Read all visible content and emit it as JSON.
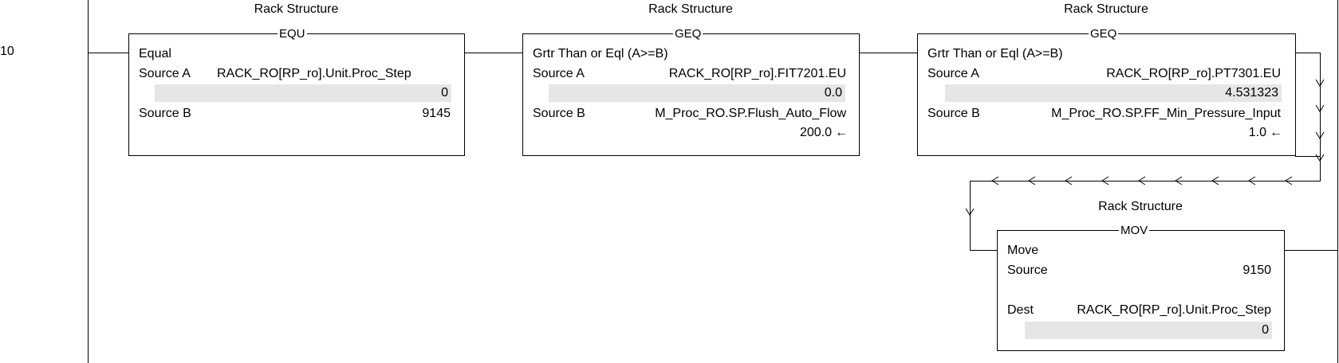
{
  "rung": {
    "number": "10"
  },
  "instructions": [
    {
      "description": "Rack Structure",
      "mnemonic": "EQU",
      "name": "Equal",
      "source_a_label": "Source A",
      "source_a_tag": "RACK_RO[RP_ro].Unit.Proc_Step",
      "source_a_value": "0",
      "source_b_label": "Source B",
      "source_b_value": "9145"
    },
    {
      "description": "Rack Structure",
      "mnemonic": "GEQ",
      "name": "Grtr Than or Eql (A>=B)",
      "source_a_label": "Source A",
      "source_a_tag": "RACK_RO[RP_ro].FIT7201.EU",
      "source_a_value": "0.0",
      "source_b_label": "Source B",
      "source_b_tag": "M_Proc_RO.SP.Flush_Auto_Flow",
      "source_b_value": "200.0"
    },
    {
      "description": "Rack Structure",
      "mnemonic": "GEQ",
      "name": "Grtr Than or Eql (A>=B)",
      "source_a_label": "Source A",
      "source_a_tag": "RACK_RO[RP_ro].PT7301.EU",
      "source_a_value": "4.531323",
      "source_b_label": "Source B",
      "source_b_tag": "M_Proc_RO.SP.FF_Min_Pressure_Input",
      "source_b_value": "1.0"
    },
    {
      "description": "Rack Structure",
      "mnemonic": "MOV",
      "name": "Move",
      "source_label": "Source",
      "source_value": "9150",
      "dest_label": "Dest",
      "dest_tag": "RACK_RO[RP_ro].Unit.Proc_Step",
      "dest_value": "0"
    }
  ],
  "icons": {
    "value_arrow": "left-arrow-icon",
    "wire_arrow": "wire-flow-arrow-icon"
  },
  "glyphs": {
    "left_arrow": "←"
  }
}
